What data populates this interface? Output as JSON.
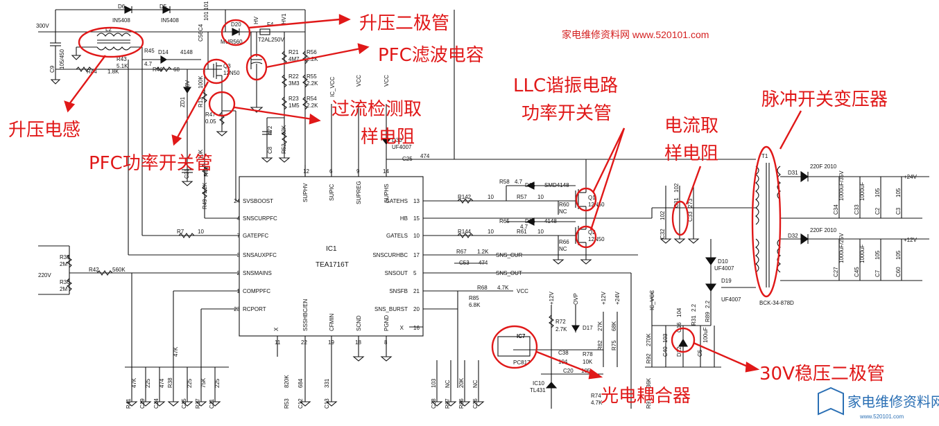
{
  "watermark": {
    "top": "家电维修资料网 www.520101.com",
    "bottom": "家电维修资料网",
    "bottom_url": "www.520101.com"
  },
  "ic": {
    "ref": "IC1",
    "part": "TEA1716T"
  },
  "ic_pins_left": [
    {
      "num": "24",
      "name": "SVSBOOST"
    },
    {
      "num": "4",
      "name": "SNSCURPFC"
    },
    {
      "num": "7",
      "name": "GATEPFC"
    },
    {
      "num": "3",
      "name": "SNSAUXPFC"
    },
    {
      "num": "2",
      "name": "SNSMAINS"
    },
    {
      "num": "1",
      "name": "COMPPFC"
    },
    {
      "num": "23",
      "name": "RCPORT"
    }
  ],
  "ic_pins_right": [
    {
      "num": "13",
      "name": "GATEHS"
    },
    {
      "num": "15",
      "name": "HB"
    },
    {
      "num": "10",
      "name": "GATELS"
    },
    {
      "num": "17",
      "name": "SNSCURHBC"
    },
    {
      "num": "5",
      "name": "SNSOUT"
    },
    {
      "num": "21",
      "name": "SNSFB"
    },
    {
      "num": "20",
      "name": "SNS_BURST"
    },
    {
      "num": "16",
      "name": "X"
    }
  ],
  "ic_pins_top": [
    {
      "num": "12",
      "name": "SUPHV"
    },
    {
      "num": "6",
      "name": "SUPIC"
    },
    {
      "num": "9",
      "name": "SUPREG"
    },
    {
      "num": "14",
      "name": "SUPHS"
    }
  ],
  "ic_pins_bottom": [
    {
      "num": "11",
      "name": "X"
    },
    {
      "num": "22",
      "name": "SSSHBC/EN"
    },
    {
      "num": "19",
      "name": "CFMIN"
    },
    {
      "num": "18",
      "name": "SCND"
    },
    {
      "num": "8",
      "name": "PGND"
    }
  ],
  "rails": {
    "hv_in": "300V",
    "ac_in": "220V",
    "out1": "+24V",
    "out2": "+12V"
  },
  "nets": {
    "ic_vcc": "IC_VCC",
    "vcc": "VCC",
    "ovp": "OVP",
    "p12": "+12V",
    "p24": "+24V",
    "sns_cur": "SNS_CUR",
    "sns_out": "SNS_OUT",
    "hv": "HV",
    "hv1": "HV1"
  },
  "parts": {
    "d6": "D6",
    "d6v": "IN5408",
    "d5": "D5",
    "d5v": "IN5408",
    "l2": "L2",
    "c9": "C9",
    "c9v": "105/450",
    "c56": "C56",
    "c56v": "101",
    "c4": "C4",
    "c4v": "101",
    "d20": "D20",
    "d20v": "MUR560",
    "f4": "F4",
    "f4v": "T2AL250V",
    "r45": "R45",
    "r45v": "4.7",
    "d14": "D14",
    "d14v": "4148",
    "r43": "R43",
    "r43v": "5.1K",
    "r44": "R44",
    "r44v": "1.8K",
    "r46": "R46",
    "r46v": "68",
    "q3": "Q3",
    "q3v": "12N50",
    "r21": "R21",
    "r21v": "4M7",
    "r22": "R22",
    "r22v": "3M3",
    "r23": "R23",
    "r23v": "1M5",
    "r56": "R56",
    "r56v": "2.2K",
    "r55": "R55",
    "r55v": "2.2K",
    "r54": "R54",
    "r54v": "2.2K",
    "zd1": "ZD1",
    "zd1v": "18V",
    "r13": "R13",
    "r13v": "100K",
    "r47": "R47",
    "r47v": "0.05",
    "c8": "C8",
    "c8v": "472",
    "r52": "R52",
    "r52v": "62K",
    "r48": "R48",
    "r48v": "10K",
    "c21": "C21",
    "r49": "R49",
    "r49v": "1.2K",
    "r7": "R7",
    "r7v": "10",
    "d30": "D30",
    "d30v": "UF4007",
    "c25": "C25",
    "c25v": "474",
    "r58": "R58",
    "r58v": "4.7",
    "d15": "D15",
    "d15v": "SMD4148",
    "r142": "R142",
    "r142v": "10",
    "r57": "R57",
    "r57v": "10",
    "r60": "R60",
    "r60v": "NC",
    "q1": "Q1",
    "q1v": "12N50",
    "q2": "Q2",
    "q2v": "12N50",
    "r65": "R65",
    "r65v": "4.7",
    "d16": "D16",
    "d16v": "4148",
    "r144": "R144",
    "r144v": "10",
    "r61": "R61",
    "r61v": "10",
    "r66": "R66",
    "r66v": "NC",
    "r67": "R67",
    "r67v": "1.2K",
    "c53": "C53",
    "c53v": "474",
    "r68": "R68",
    "r68v": "4.7K",
    "r85": "R85",
    "r85v": "6.8K",
    "r35": "R35",
    "r35v": "2M",
    "r36": "R36",
    "r36v": "2M",
    "r42": "R42",
    "r42v": "560K",
    "r41": "R41",
    "r41v": "47K",
    "c19": "C19",
    "c19v": "225",
    "c14": "C14",
    "c14v": "474",
    "r38": "R38",
    "r38v": "47K",
    "c15": "C15",
    "c15v": "225",
    "r37": "R37",
    "r37v": "75K",
    "c11": "C11",
    "c11v": "225",
    "r53": "R53",
    "r53v": "820K",
    "c12": "C12",
    "c12v": "684",
    "c13": "C13",
    "c13v": "331",
    "c28": "C28",
    "c28v": "103",
    "r87": "R87",
    "r87v": "NC",
    "r86": "R86",
    "r86v": "20K",
    "c26": "C26",
    "c26v": "NC",
    "ic7": "IC7",
    "ic7v": "PC817",
    "c38": "C38",
    "c38v": "104",
    "r78": "R78",
    "r78v": "10K",
    "c20": "C20",
    "c20v": "105",
    "ic10": "IC10",
    "ic10v": "TL431",
    "r74": "R74",
    "r74v": "4.7K",
    "r72": "R72",
    "r72v": "2.7K",
    "d17": "D17",
    "r82": "R82",
    "r82v": "27K",
    "r75": "R75",
    "r75v": "68K",
    "r92": "R92",
    "r92v": "270K",
    "r91": "R91",
    "r91v": "36K",
    "c40": "C40",
    "c40v": "103",
    "c16": "C16",
    "c16v": "104",
    "r31": "R31",
    "r31v": "2.2",
    "r89": "R89",
    "r89v": "2.2",
    "d22": "D22",
    "c5": "C5",
    "c5v": "100uF",
    "d10": "D10",
    "d10v": "UF4007",
    "d19": "D19",
    "d19v": "UF4007",
    "c31": "C31",
    "c31v": "102",
    "c32": "C32",
    "c32v": "102",
    "c33": "C33",
    "c33v": "273",
    "t1": "T1",
    "t1v": "BCK-34-878D",
    "d31": "D31",
    "d31v": "220F 2010",
    "d32": "D32",
    "d32v": "220F 2010",
    "c34": "C34",
    "c34v": "1000uF/35V",
    "c33b": "C33",
    "c33bv": "1000uF",
    "c2": "C2",
    "c2v": "105",
    "c3": "C3",
    "c3v": "105",
    "c27": "C27",
    "c27v": "1000uF/25V",
    "c45": "C45",
    "c45v": "1000uF",
    "c7": "C7",
    "c7v": "105",
    "c60": "C60",
    "c60v": "105"
  },
  "annotations": {
    "boost_diode": "升压二极管",
    "pfc_cap": "PFC滤波电容",
    "llc_l1": "LLC谐振电路",
    "llc_l2": "功率开关管",
    "transformer": "脉冲开关变压器",
    "boost_ind": "升压电感",
    "ocp_l1": "过流检测取",
    "ocp_l2": "样电阻",
    "cur_l1": "电流取",
    "cur_l2": "样电阻",
    "pfc_mos": "PFC功率开关管",
    "zener": "30V稳压二极管",
    "opto": "光电耦合器"
  }
}
